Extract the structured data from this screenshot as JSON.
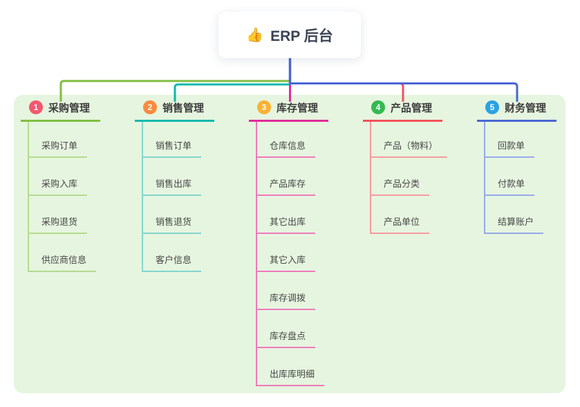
{
  "root": {
    "title": "ERP 后台",
    "icon": "👍",
    "icon_name": "thumbs-up-icon"
  },
  "canvas_background": "#e6f5df",
  "trunk_color": "#4a66d3",
  "branches": [
    {
      "badge": "1",
      "label": "采购管理",
      "badge_color": "#f4576e",
      "line_color": "#80bd40",
      "child_line_color": "#b4db90",
      "children": [
        "采购订单",
        "采购入库",
        "采购退货",
        "供应商信息"
      ]
    },
    {
      "badge": "2",
      "label": "销售管理",
      "badge_color": "#fa8a3d",
      "line_color": "#0bb8ae",
      "child_line_color": "#83d5ce",
      "children": [
        "销售订单",
        "销售出库",
        "销售退货",
        "客户信息"
      ]
    },
    {
      "badge": "3",
      "label": "库存管理",
      "badge_color": "#f9b233",
      "line_color": "#e02c9c",
      "child_line_color": "#ee79bc",
      "children": [
        "仓库信息",
        "产品库存",
        "其它出库",
        "其它入库",
        "库存调拨",
        "库存盘点",
        "出库库明细"
      ]
    },
    {
      "badge": "4",
      "label": "产品管理",
      "badge_color": "#35b951",
      "line_color": "#f4515c",
      "child_line_color": "#f79a9f",
      "children": [
        "产品（物料）",
        "产品分类",
        "产品单位"
      ]
    },
    {
      "badge": "5",
      "label": "财务管理",
      "badge_color": "#2aa2e2",
      "line_color": "#4a66d3",
      "child_line_color": "#95a9e8",
      "children": [
        "回款单",
        "付款单",
        "结算账户"
      ]
    }
  ]
}
